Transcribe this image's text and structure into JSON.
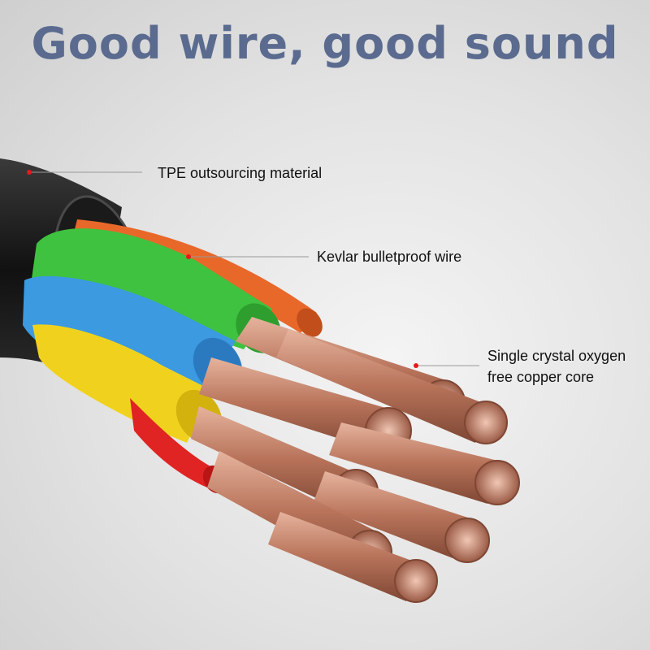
{
  "headline": "Good wire, good sound",
  "callouts": {
    "tpe": "TPE outsourcing material",
    "kevlar": "Kevlar bulletproof wire",
    "copper_line1": "Single crystal oxygen",
    "copper_line2": "free copper core"
  },
  "colors": {
    "headline": "#5b6b8f",
    "marker": "#e31b1b",
    "jacket": "#1c1c1c",
    "insulation": [
      "#e8682a",
      "#3fc23f",
      "#3b9ae0",
      "#f0d21e",
      "#e02323"
    ],
    "copper": "#c9836a"
  }
}
